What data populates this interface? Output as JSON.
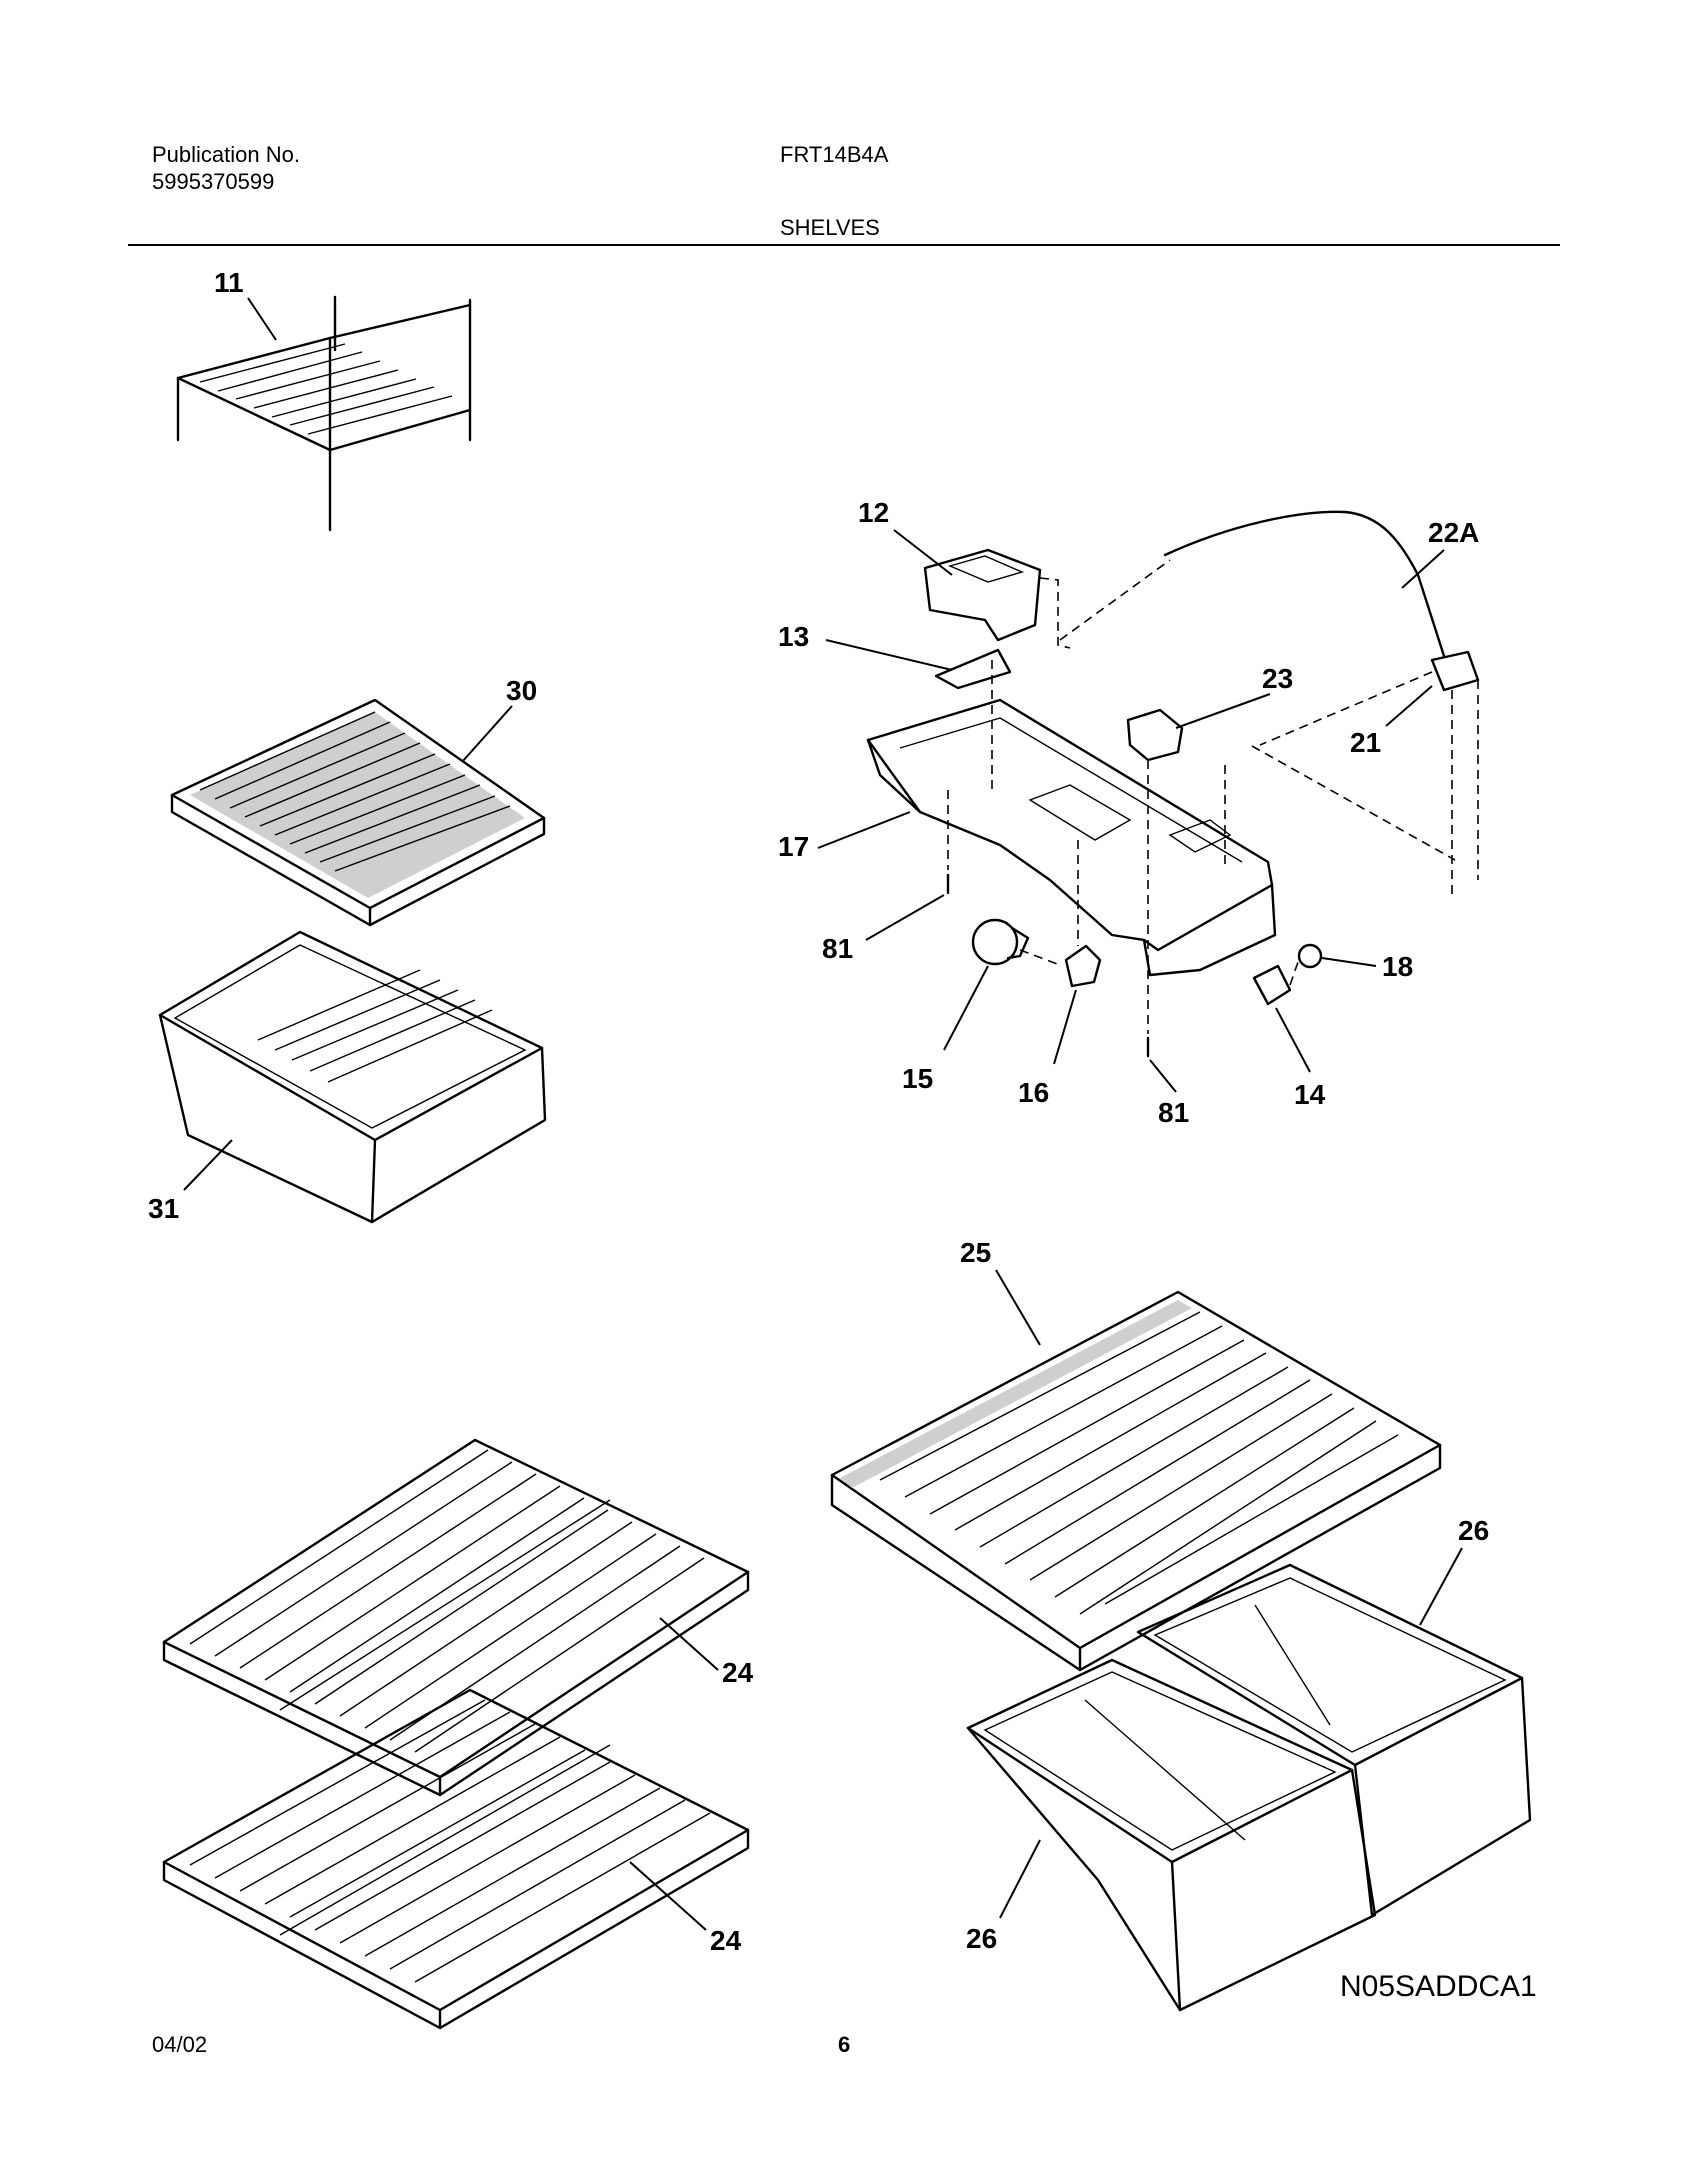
{
  "header": {
    "publication_label": "Publication No.",
    "publication_number": "5995370599",
    "model": "FRT14B4A",
    "section": "SHELVES"
  },
  "callouts": {
    "c11": "11",
    "c30": "30",
    "c31": "31",
    "c12": "12",
    "c13": "13",
    "c17": "17",
    "c81a": "81",
    "c81b": "81",
    "c15": "15",
    "c16": "16",
    "c14": "14",
    "c18": "18",
    "c23": "23",
    "c21": "21",
    "c22a": "22A",
    "c25": "25",
    "c26a": "26",
    "c26b": "26",
    "c24a": "24",
    "c24b": "24"
  },
  "footer": {
    "diagram_code": "N05SADDCA1",
    "date": "04/02",
    "page": "6"
  }
}
